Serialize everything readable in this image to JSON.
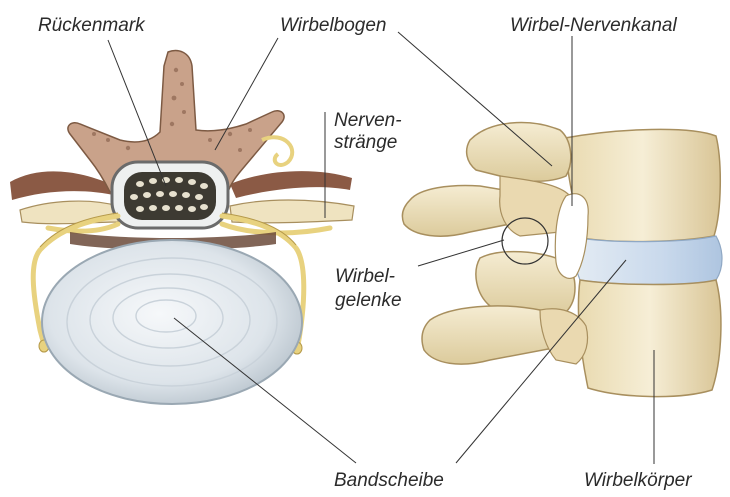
{
  "labels": {
    "rueckenmark": "Rückenmark",
    "wirbelbogen": "Wirbelbogen",
    "nerven_line1": "Nerven-",
    "nerven_line2": "stränge",
    "wirbel_nervenkanal": "Wirbel-Nervenkanal",
    "wirbelgelenke_line1": "Wirbel-",
    "wirbelgelenke_line2": "gelenke",
    "bandscheibe": "Bandscheibe",
    "wirbelkoerper": "Wirbelkörper"
  },
  "colors": {
    "bone": "#efe3c0",
    "bone_shadow": "#cdb98a",
    "bone_dark": "#a88f5e",
    "spongy_bone": "#c8a489",
    "disc": "#dfe6ec",
    "disc_light": "#f3f6f8",
    "disc_blue": "#c5d6ea",
    "nerve": "#e8d27f",
    "muscle": "#8b5a45",
    "spinal_cord": "#3d3a32",
    "leader_line": "#333333"
  }
}
